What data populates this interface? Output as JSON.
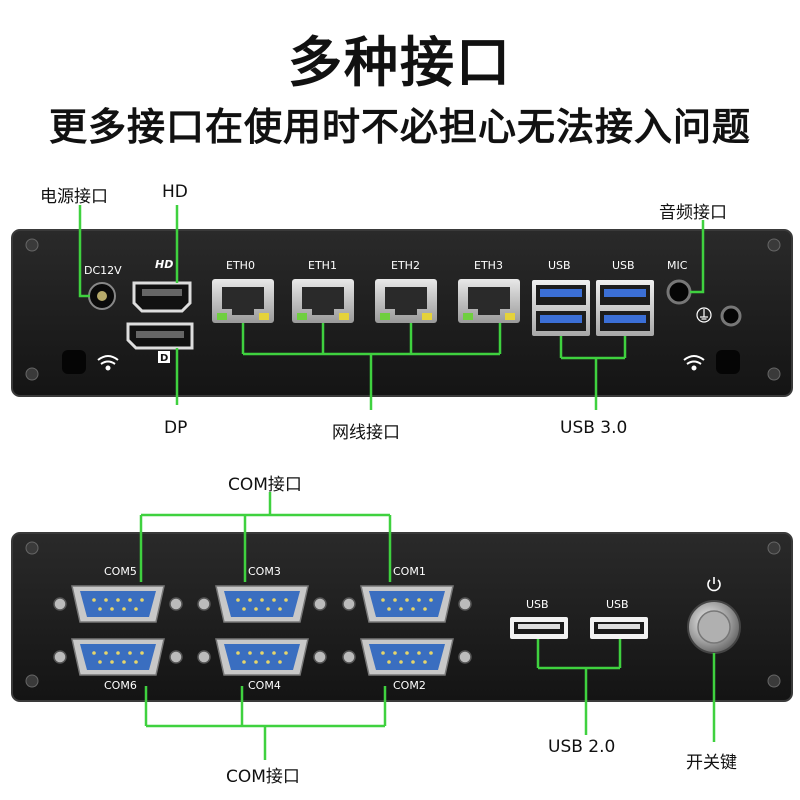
{
  "header": {
    "title": "多种接口",
    "subtitle": "更多接口在使用时不必担心无法接入问题"
  },
  "front_panel": {
    "callouts": {
      "power": "电源接口",
      "hd": "HD",
      "audio": "音频接口",
      "dp": "DP",
      "lan": "网线接口",
      "usb3": "USB 3.0"
    },
    "labels": {
      "dc": "DC12V",
      "hdmi_logo": "HD",
      "eth": [
        "ETH0",
        "ETH1",
        "ETH2",
        "ETH3"
      ],
      "usb": [
        "USB",
        "USB"
      ],
      "mic": "MIC"
    }
  },
  "rear_panel": {
    "callouts": {
      "com_top": "COM接口",
      "com_bottom": "COM接口",
      "usb2": "USB 2.0",
      "power_switch": "开关键"
    },
    "labels": {
      "com_top": [
        "COM5",
        "COM3",
        "COM1"
      ],
      "com_bottom": [
        "COM6",
        "COM4",
        "COM2"
      ],
      "usb": [
        "USB",
        "USB"
      ]
    }
  },
  "colors": {
    "chassis": "#1c1c1c",
    "chassis_edge": "#2e2e2e",
    "leader_line": "#3fd13f",
    "com_port": "#3a6ec0",
    "usb3_blue": "#3b6fd6"
  }
}
